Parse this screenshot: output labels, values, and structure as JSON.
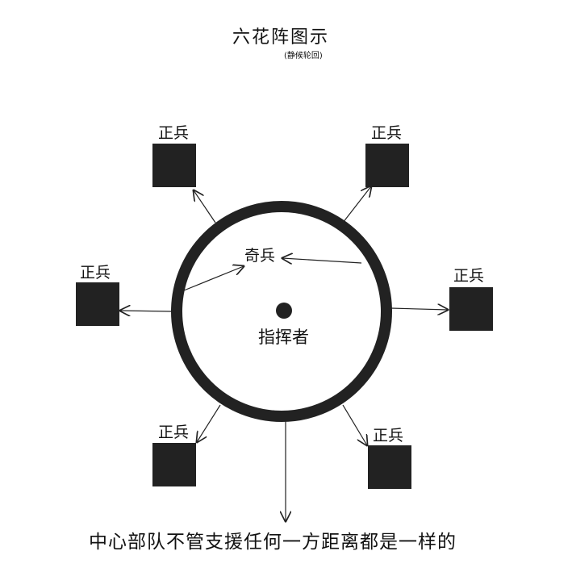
{
  "title": "六花阵图示",
  "subtitle": "(静候轮回)",
  "center_label": "指挥者",
  "inner_label": "奇兵",
  "outer_units": [
    {
      "label": "正兵"
    },
    {
      "label": "正兵"
    },
    {
      "label": "正兵"
    },
    {
      "label": "正兵"
    },
    {
      "label": "正兵"
    },
    {
      "label": "正兵"
    }
  ],
  "caption": "中心部队不管支援任何一方距离都是一样的",
  "colors": {
    "ink": "#222222",
    "background": "#ffffff"
  }
}
